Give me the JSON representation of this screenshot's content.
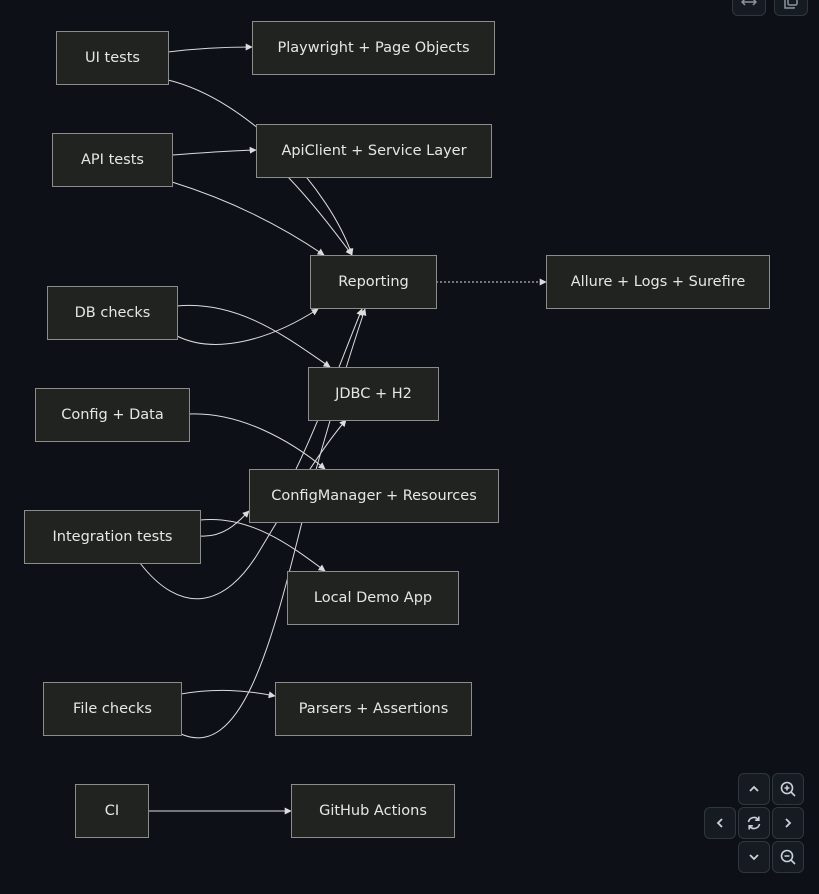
{
  "diagram": {
    "nodes": {
      "ui_tests": "UI tests",
      "playwright": "Playwright + Page Objects",
      "api_tests": "API tests",
      "apiclient": "ApiClient + Service Layer",
      "reporting": "Reporting",
      "allure": "Allure + Logs + Surefire",
      "db_checks": "DB checks",
      "jdbc": "JDBC + H2",
      "config_data": "Config + Data",
      "configmanager": "ConfigManager + Resources",
      "integration_tests": "Integration tests",
      "local_demo": "Local Demo App",
      "file_checks": "File checks",
      "parsers": "Parsers + Assertions",
      "ci": "CI",
      "github_actions": "GitHub Actions"
    },
    "edges": [
      {
        "from": "ui_tests",
        "to": "playwright"
      },
      {
        "from": "ui_tests",
        "to": "reporting"
      },
      {
        "from": "api_tests",
        "to": "apiclient"
      },
      {
        "from": "api_tests",
        "to": "reporting"
      },
      {
        "from": "apiclient",
        "to": "reporting"
      },
      {
        "from": "reporting",
        "to": "allure"
      },
      {
        "from": "db_checks",
        "to": "jdbc"
      },
      {
        "from": "db_checks",
        "to": "reporting"
      },
      {
        "from": "config_data",
        "to": "configmanager"
      },
      {
        "from": "integration_tests",
        "to": "configmanager"
      },
      {
        "from": "integration_tests",
        "to": "local_demo"
      },
      {
        "from": "integration_tests",
        "to": "jdbc"
      },
      {
        "from": "configmanager",
        "to": "reporting"
      },
      {
        "from": "file_checks",
        "to": "parsers"
      },
      {
        "from": "file_checks",
        "to": "reporting"
      },
      {
        "from": "ci",
        "to": "github_actions"
      }
    ]
  },
  "controls": {
    "icons": {
      "expand": "expand-icon",
      "copy": "copy-icon",
      "pan_up": "chevron-up-icon",
      "zoom_in": "zoom-in-icon",
      "pan_left": "chevron-left-icon",
      "reset": "reset-icon",
      "pan_right": "chevron-right-icon",
      "pan_down": "chevron-down-icon",
      "zoom_out": "zoom-out-icon"
    }
  },
  "colors": {
    "background": "#0d1117",
    "node_fill": "#212321",
    "node_border": "#8a8d8a",
    "edge": "#dcdcdc",
    "text": "#e6e6e6"
  }
}
